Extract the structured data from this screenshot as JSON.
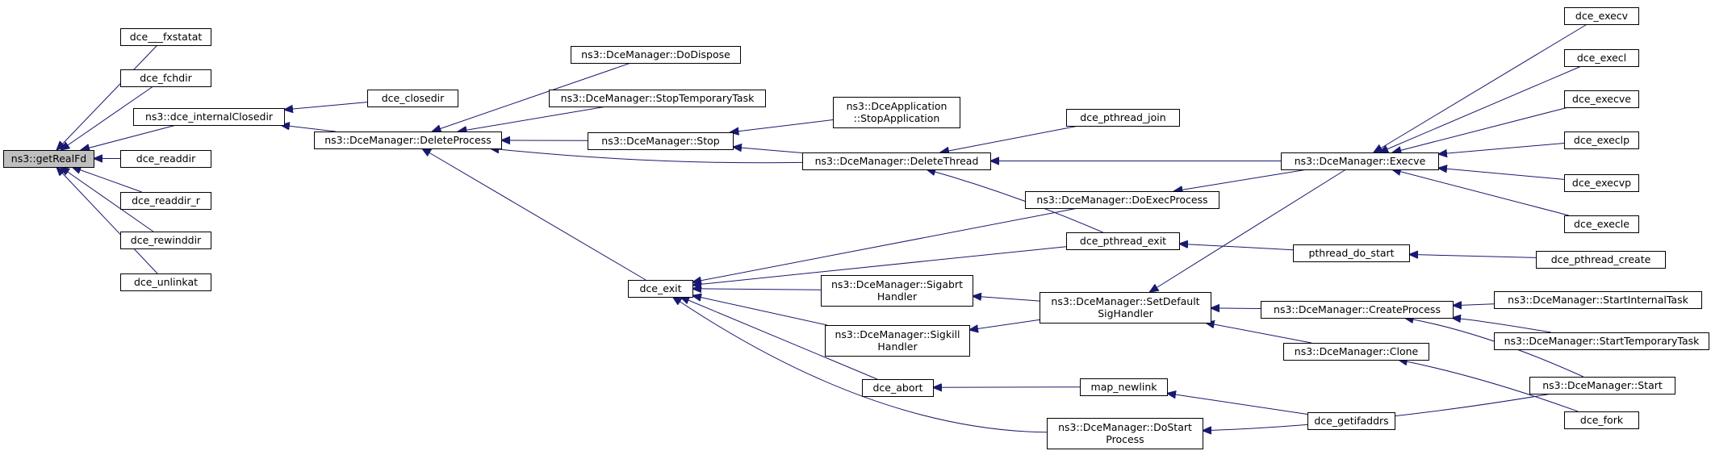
{
  "diagram": {
    "edge_color": "#191970",
    "root_fill": "#bfbfbf",
    "node_fill": "#ffffff",
    "nodes": [
      {
        "id": "getRealFd",
        "label": [
          "ns3::getRealFd"
        ],
        "root": true
      },
      {
        "id": "fxstatat",
        "label": [
          "dce___fxstatat"
        ]
      },
      {
        "id": "fchdir",
        "label": [
          "dce_fchdir"
        ]
      },
      {
        "id": "internalClosedir",
        "label": [
          "ns3::dce_internalClosedir"
        ]
      },
      {
        "id": "readdir",
        "label": [
          "dce_readdir"
        ]
      },
      {
        "id": "readdir_r",
        "label": [
          "dce_readdir_r"
        ]
      },
      {
        "id": "rewinddir",
        "label": [
          "dce_rewinddir"
        ]
      },
      {
        "id": "unlinkat",
        "label": [
          "dce_unlinkat"
        ]
      },
      {
        "id": "closedir",
        "label": [
          "dce_closedir"
        ]
      },
      {
        "id": "DeleteProcess",
        "label": [
          "ns3::DceManager::DeleteProcess"
        ]
      },
      {
        "id": "DoDispose",
        "label": [
          "ns3::DceManager::DoDispose"
        ]
      },
      {
        "id": "StopTemporaryTask",
        "label": [
          "ns3::DceManager::StopTemporaryTask"
        ]
      },
      {
        "id": "Stop",
        "label": [
          "ns3::DceManager::Stop"
        ]
      },
      {
        "id": "StopApplication",
        "label": [
          "ns3::DceApplication",
          "::StopApplication"
        ]
      },
      {
        "id": "DeleteThread",
        "label": [
          "ns3::DceManager::DeleteThread"
        ]
      },
      {
        "id": "pthread_join",
        "label": [
          "dce_pthread_join"
        ]
      },
      {
        "id": "DoExecProcess",
        "label": [
          "ns3::DceManager::DoExecProcess"
        ]
      },
      {
        "id": "pthread_exit",
        "label": [
          "dce_pthread_exit"
        ]
      },
      {
        "id": "dce_exit",
        "label": [
          "dce_exit"
        ]
      },
      {
        "id": "SigabrtHandler",
        "label": [
          "ns3::DceManager::Sigabrt",
          "Handler"
        ]
      },
      {
        "id": "SigkillHandler",
        "label": [
          "ns3::DceManager::Sigkill",
          "Handler"
        ]
      },
      {
        "id": "dce_abort",
        "label": [
          "dce_abort"
        ]
      },
      {
        "id": "DoStartProcess",
        "label": [
          "ns3::DceManager::DoStart",
          "Process"
        ]
      },
      {
        "id": "SetDefaultSigHandler",
        "label": [
          "ns3::DceManager::SetDefault",
          "SigHandler"
        ]
      },
      {
        "id": "map_newlink",
        "label": [
          "map_newlink"
        ]
      },
      {
        "id": "Execve",
        "label": [
          "ns3::DceManager::Execve"
        ]
      },
      {
        "id": "pthread_do_start",
        "label": [
          "pthread_do_start"
        ]
      },
      {
        "id": "CreateProcess",
        "label": [
          "ns3::DceManager::CreateProcess"
        ]
      },
      {
        "id": "Clone",
        "label": [
          "ns3::DceManager::Clone"
        ]
      },
      {
        "id": "getifaddrs",
        "label": [
          "dce_getifaddrs"
        ]
      },
      {
        "id": "execv",
        "label": [
          "dce_execv"
        ]
      },
      {
        "id": "execl",
        "label": [
          "dce_execl"
        ]
      },
      {
        "id": "execve",
        "label": [
          "dce_execve"
        ]
      },
      {
        "id": "execlp",
        "label": [
          "dce_execlp"
        ]
      },
      {
        "id": "execvp",
        "label": [
          "dce_execvp"
        ]
      },
      {
        "id": "execle",
        "label": [
          "dce_execle"
        ]
      },
      {
        "id": "pthread_create",
        "label": [
          "dce_pthread_create"
        ]
      },
      {
        "id": "StartInternalTask",
        "label": [
          "ns3::DceManager::StartInternalTask"
        ]
      },
      {
        "id": "StartTemporaryTask",
        "label": [
          "ns3::DceManager::StartTemporaryTask"
        ]
      },
      {
        "id": "Start",
        "label": [
          "ns3::DceManager::Start"
        ]
      },
      {
        "id": "fork",
        "label": [
          "dce_fork"
        ]
      }
    ],
    "edges": [
      [
        "fxstatat",
        "getRealFd"
      ],
      [
        "fchdir",
        "getRealFd"
      ],
      [
        "internalClosedir",
        "getRealFd"
      ],
      [
        "readdir",
        "getRealFd"
      ],
      [
        "readdir_r",
        "getRealFd"
      ],
      [
        "rewinddir",
        "getRealFd"
      ],
      [
        "unlinkat",
        "getRealFd"
      ],
      [
        "closedir",
        "internalClosedir"
      ],
      [
        "DeleteProcess",
        "internalClosedir"
      ],
      [
        "DoDispose",
        "DeleteProcess"
      ],
      [
        "StopTemporaryTask",
        "DeleteProcess"
      ],
      [
        "Stop",
        "DeleteProcess"
      ],
      [
        "DeleteThread",
        "DeleteProcess"
      ],
      [
        "dce_exit",
        "DeleteProcess"
      ],
      [
        "StopApplication",
        "Stop"
      ],
      [
        "DeleteThread",
        "Stop"
      ],
      [
        "pthread_join",
        "DeleteThread"
      ],
      [
        "Execve",
        "DeleteThread"
      ],
      [
        "pthread_exit",
        "DeleteThread"
      ],
      [
        "DoExecProcess",
        "dce_exit"
      ],
      [
        "pthread_exit",
        "dce_exit"
      ],
      [
        "SigabrtHandler",
        "dce_exit"
      ],
      [
        "SigkillHandler",
        "dce_exit"
      ],
      [
        "dce_abort",
        "dce_exit"
      ],
      [
        "DoStartProcess",
        "dce_exit"
      ],
      [
        "SetDefaultSigHandler",
        "SigabrtHandler"
      ],
      [
        "SetDefaultSigHandler",
        "SigkillHandler"
      ],
      [
        "map_newlink",
        "dce_abort"
      ],
      [
        "Start",
        "DoStartProcess"
      ],
      [
        "Execve",
        "DoExecProcess"
      ],
      [
        "pthread_do_start",
        "pthread_exit"
      ],
      [
        "Execve",
        "SetDefaultSigHandler"
      ],
      [
        "CreateProcess",
        "SetDefaultSigHandler"
      ],
      [
        "Clone",
        "SetDefaultSigHandler"
      ],
      [
        "getifaddrs",
        "map_newlink"
      ],
      [
        "execv",
        "Execve"
      ],
      [
        "execl",
        "Execve"
      ],
      [
        "execve",
        "Execve"
      ],
      [
        "execlp",
        "Execve"
      ],
      [
        "execvp",
        "Execve"
      ],
      [
        "execle",
        "Execve"
      ],
      [
        "pthread_create",
        "pthread_do_start"
      ],
      [
        "StartInternalTask",
        "CreateProcess"
      ],
      [
        "StartTemporaryTask",
        "CreateProcess"
      ],
      [
        "Start",
        "CreateProcess"
      ],
      [
        "fork",
        "Clone"
      ]
    ]
  }
}
